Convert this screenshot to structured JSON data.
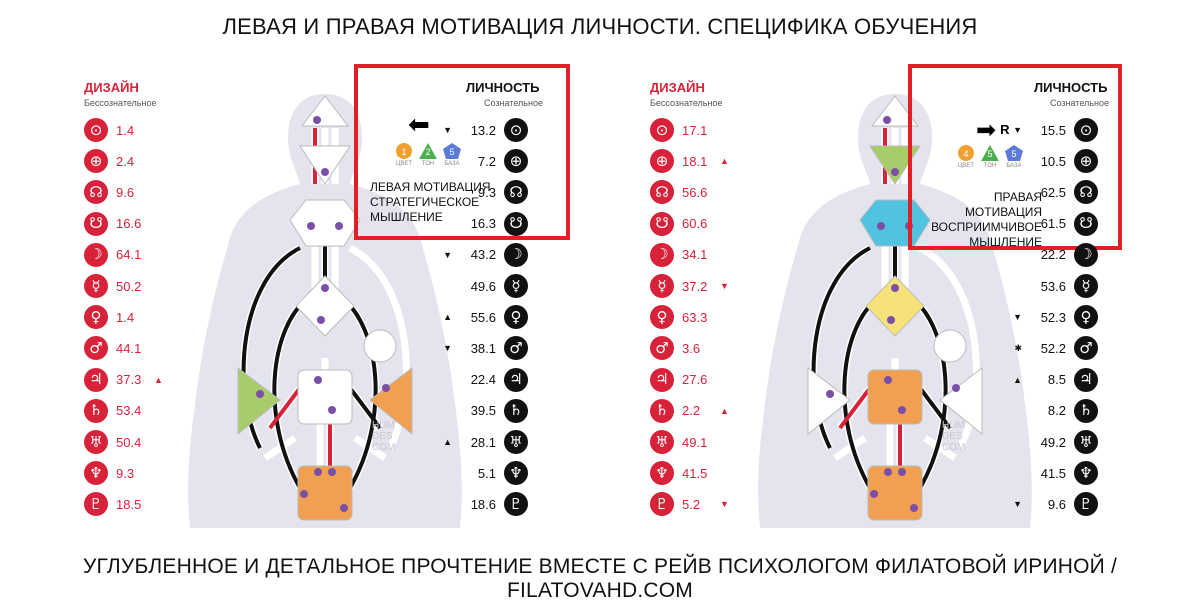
{
  "title": "ЛЕВАЯ И ПРАВАЯ МОТИВАЦИЯ ЛИЧНОСТИ. СПЕЦИФИКА ОБУЧЕНИЯ",
  "footer": "УГЛУБЛЕННОЕ И ДЕТАЛЬНОЕ ПРОЧТЕНИЕ ВМЕСТЕ С РЕЙВ ПСИХОЛОГОМ ФИЛАТОВОЙ ИРИНОЙ / FILATOVAHD.COM",
  "colors": {
    "design": "#d8223a",
    "personality": "#111111",
    "box": "#e01f26",
    "green": "#a8cc6a",
    "orange": "#f0a050",
    "blue": "#4fc3e0",
    "yellow": "#f7e27a",
    "body": "#e4e4ee"
  },
  "planet_icons": [
    "sun-icon",
    "earth-icon",
    "north-node-icon",
    "south-node-icon",
    "moon-icon",
    "mercury-icon",
    "venus-icon",
    "mars-icon",
    "jupiter-icon",
    "saturn-icon",
    "uranus-icon",
    "neptune-icon",
    "pluto-icon"
  ],
  "planet_glyphs": [
    "⊙",
    "⊕",
    "☊",
    "☋",
    "☽",
    "☿",
    "♀",
    "♂",
    "♃",
    "♄",
    "♅",
    "♆",
    "♇"
  ],
  "panels": [
    {
      "design_title": "ДИЗАЙН",
      "design_sub": "Бессознательное",
      "personality_title": "ЛИЧНОСТЬ",
      "personality_sub": "Сознательное",
      "arrow_symbol": "⬅",
      "arrow_letter": "",
      "triangles": [
        {
          "num": "1",
          "label": "ЦВЕТ",
          "color": "#f0a030"
        },
        {
          "num": "2",
          "label": "ТОН",
          "color": "#4caf50"
        },
        {
          "num": "5",
          "label": "БАЗА",
          "color": "#5c7bd6"
        }
      ],
      "motivation": [
        "ЛЕВАЯ МОТИВАЦИЯ",
        "СТРАТЕГИЧЕСКОЕ",
        "МЫШЛЕНИЕ"
      ],
      "motivation_align": "left",
      "design": [
        {
          "v": "1.4",
          "a": ""
        },
        {
          "v": "2.4",
          "a": ""
        },
        {
          "v": "9.6",
          "a": ""
        },
        {
          "v": "16.6",
          "a": ""
        },
        {
          "v": "64.1",
          "a": ""
        },
        {
          "v": "50.2",
          "a": ""
        },
        {
          "v": "1.4",
          "a": ""
        },
        {
          "v": "44.1",
          "a": ""
        },
        {
          "v": "37.3",
          "a": "▲"
        },
        {
          "v": "53.4",
          "a": ""
        },
        {
          "v": "50.4",
          "a": ""
        },
        {
          "v": "9.3",
          "a": ""
        },
        {
          "v": "18.5",
          "a": ""
        }
      ],
      "personality": [
        {
          "v": "13.2",
          "a": "▼"
        },
        {
          "v": "7.2",
          "a": ""
        },
        {
          "v": "9.3",
          "a": ""
        },
        {
          "v": "16.3",
          "a": ""
        },
        {
          "v": "43.2",
          "a": "▼"
        },
        {
          "v": "49.6",
          "a": ""
        },
        {
          "v": "55.6",
          "a": "▲"
        },
        {
          "v": "38.1",
          "a": "▼"
        },
        {
          "v": "22.4",
          "a": ""
        },
        {
          "v": "39.5",
          "a": ""
        },
        {
          "v": "28.1",
          "a": "▲"
        },
        {
          "v": "5.1",
          "a": ""
        },
        {
          "v": "18.6",
          "a": ""
        }
      ]
    },
    {
      "design_title": "ДИЗАЙН",
      "design_sub": "Бессознательное",
      "personality_title": "ЛИЧНОСТЬ",
      "personality_sub": "Сознательное",
      "arrow_symbol": "➡",
      "arrow_letter": "R",
      "triangles": [
        {
          "num": "4",
          "label": "ЦВЕТ",
          "color": "#f0a030"
        },
        {
          "num": "5",
          "label": "ТОН",
          "color": "#4caf50"
        },
        {
          "num": "5",
          "label": "БАЗА",
          "color": "#5c7bd6"
        }
      ],
      "motivation": [
        "ПРАВАЯ МОТИВАЦИЯ",
        "ВОСПРИИМЧИВОЕ",
        "МЫШЛЕНИЕ"
      ],
      "motivation_align": "right",
      "design": [
        {
          "v": "17.1",
          "a": ""
        },
        {
          "v": "18.1",
          "a": "▲"
        },
        {
          "v": "56.6",
          "a": ""
        },
        {
          "v": "60.6",
          "a": ""
        },
        {
          "v": "34.1",
          "a": ""
        },
        {
          "v": "37.2",
          "a": "▼"
        },
        {
          "v": "63.3",
          "a": ""
        },
        {
          "v": "3.6",
          "a": ""
        },
        {
          "v": "27.6",
          "a": ""
        },
        {
          "v": "2.2",
          "a": "▲"
        },
        {
          "v": "49.1",
          "a": ""
        },
        {
          "v": "41.5",
          "a": ""
        },
        {
          "v": "5.2",
          "a": "▼"
        }
      ],
      "personality": [
        {
          "v": "15.5",
          "a": "▼"
        },
        {
          "v": "10.5",
          "a": ""
        },
        {
          "v": "62.5",
          "a": ""
        },
        {
          "v": "61.5",
          "a": ""
        },
        {
          "v": "22.2",
          "a": ""
        },
        {
          "v": "53.6",
          "a": ""
        },
        {
          "v": "52.3",
          "a": "▼"
        },
        {
          "v": "52.2",
          "a": "✱"
        },
        {
          "v": "8.5",
          "a": "▲"
        },
        {
          "v": "8.2",
          "a": ""
        },
        {
          "v": "49.2",
          "a": ""
        },
        {
          "v": "41.5",
          "a": ""
        },
        {
          "v": "9.6",
          "a": "▼"
        }
      ]
    }
  ],
  "bodygraphs": [
    {
      "watermark": [
        "HUM",
        "DES",
        "COM"
      ],
      "centers": {
        "head": "white",
        "ajna": "white",
        "throat": "white",
        "g": "white",
        "heart": "white",
        "spleen": "green",
        "sacral": "white",
        "solar": "orange",
        "root": "orange"
      }
    },
    {
      "watermark": [
        "HUM",
        "DES",
        "COM"
      ],
      "centers": {
        "head": "white",
        "ajna": "green",
        "throat": "blue",
        "g": "yellow",
        "heart": "white",
        "spleen": "white",
        "sacral": "orange",
        "solar": "white",
        "root": "orange"
      }
    }
  ]
}
